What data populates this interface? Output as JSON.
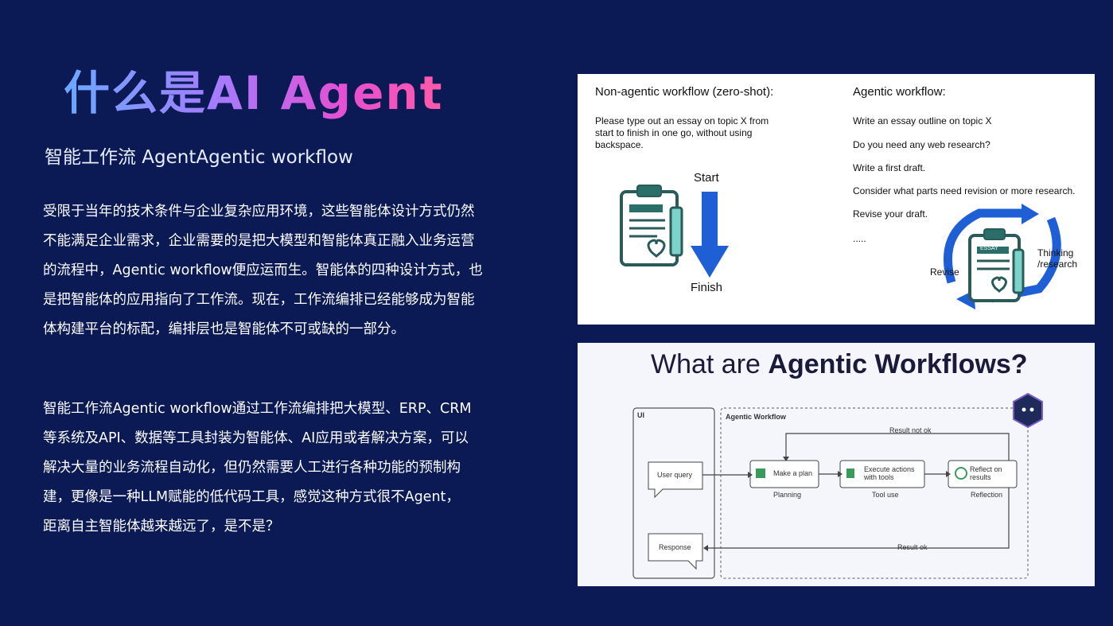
{
  "title": "什么是AI Agent",
  "subtitle": "智能工作流 AgentAgentic workflow",
  "paragraphs": {
    "p1": "受限于当年的技术条件与企业复杂应用环境，这些智能体设计方式仍然\n不能满足企业需求，企业需要的是把大模型和智能体真正融入业务运营\n的流程中，Agentic workflow便应运而生。智能体的四种设计方式，也\n是把智能体的应用指向了工作流。现在，工作流编排已经能够成为智能\n体构建平台的标配，编排层也是智能体不可或缺的一部分。",
    "p2": "智能工作流Agentic workflow通过工作流编排把大模型、ERP、CRM\n等系统及API、数据等工具封装为智能体、AI应用或者解决方案，可以\n解决大量的业务流程自动化，但仍然需要人工进行各种功能的预制构\n建，更像是一种LLM赋能的低代码工具，感觉这种方式很不Agent，\n距离自主智能体越来越远了，是不是？"
  },
  "top_figure": {
    "non_agentic_header": "Non-agentic workflow (zero-shot):",
    "non_agentic_text": "Please type out an essay on topic X from\nstart to finish in one go, without using\nbackspace.",
    "start_label": "Start",
    "finish_label": "Finish",
    "agentic_header": "Agentic workflow:",
    "steps": [
      "Write an essay outline on topic X",
      "Do you need any web research?",
      "Write a first draft.",
      "Consider what parts need revision or more research.",
      "Revise your draft.",
      "....."
    ],
    "revise_label": "Revise",
    "thinking_label": "Thinking\n/research",
    "essay_label": "ESSAY"
  },
  "bottom_figure": {
    "title_light": "What are ",
    "title_bold": "Agentic Workflows?",
    "ui_label": "UI",
    "workflow_label": "Agentic Workflow",
    "user_query": "User query",
    "response": "Response",
    "make_plan": "Make a plan",
    "planning": "Planning",
    "execute": "Execute actions\nwith tools",
    "tool_use": "Tool use",
    "reflect": "Reflect on\nresults",
    "reflection": "Reflection",
    "result_not_ok": "Result not ok",
    "result_ok": "Result ok"
  },
  "colors": {
    "background": "#0b1a55",
    "arrow_blue": "#1f5fd6",
    "icon_green": "#2a6e6a"
  }
}
